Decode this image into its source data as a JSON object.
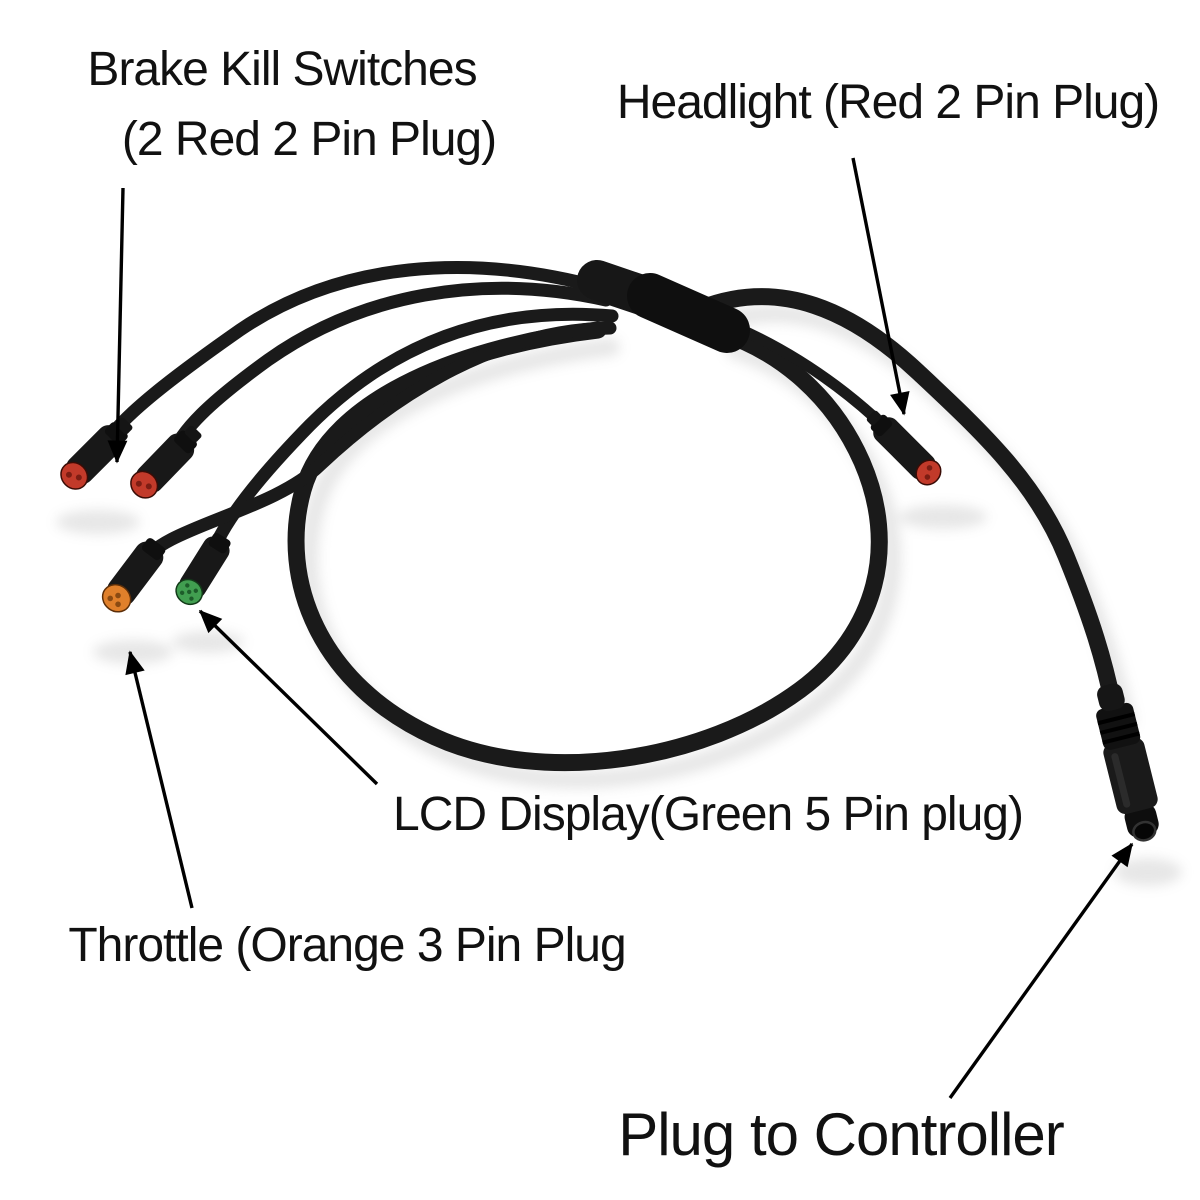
{
  "page": {
    "background": "#ffffff",
    "description": "E-bike 1T4 wiring harness photo with annotated connector labels"
  },
  "labels": {
    "brake": {
      "line1": "Brake Kill Switches",
      "line2": "(2 Red 2 Pin Plug)"
    },
    "headlight": {
      "text": "Headlight (Red 2 Pin Plug)"
    },
    "lcd": {
      "text": "LCD Display(Green 5 Pin plug)"
    },
    "throttle": {
      "text": "Throttle (Orange 3 Pin Plug"
    },
    "controller": {
      "text": "Plug to Controller"
    }
  },
  "colors": {
    "cable": "#1a1a1a",
    "cable_dark": "#111111",
    "junction": "#131313",
    "shadow": "#c9c9c9",
    "arrow": "#000000",
    "text": "#111111",
    "red_plug": "#c23a2a",
    "red_plug_pin": "#7c1d13",
    "orange_plug": "#e0802b",
    "orange_plug_pin": "#8a4a12",
    "green_plug": "#419e50",
    "green_plug_pin": "#1d5c2a",
    "controller_face": "#060606"
  },
  "connectors": {
    "brake1": {
      "name": "brake kill switch plug 1",
      "plug_color": "red",
      "pins": 2
    },
    "brake2": {
      "name": "brake kill switch plug 2",
      "plug_color": "red",
      "pins": 2
    },
    "throttle": {
      "name": "throttle plug",
      "plug_color": "orange",
      "pins": 3
    },
    "lcd": {
      "name": "LCD display plug",
      "plug_color": "green",
      "pins": 5
    },
    "headlight": {
      "name": "headlight plug",
      "plug_color": "red",
      "pins": 2
    },
    "controller": {
      "name": "plug to controller",
      "plug_color": "black",
      "pins": 0
    }
  }
}
